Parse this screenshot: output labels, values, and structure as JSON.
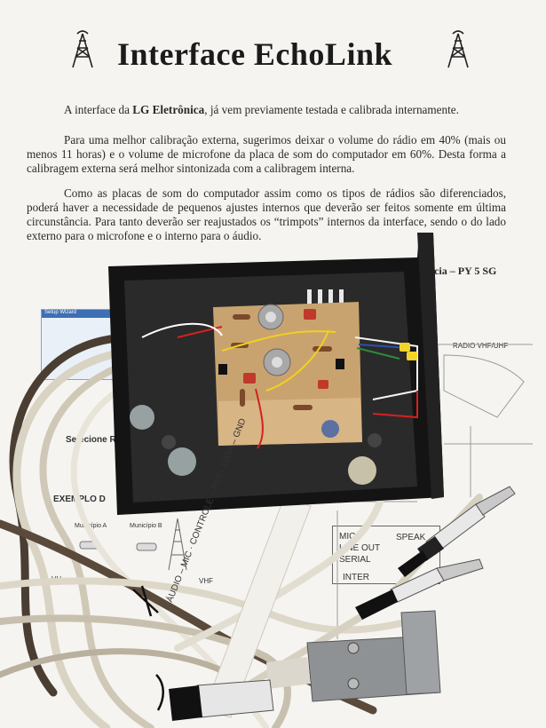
{
  "document": {
    "title": "Interface EchoLink",
    "para1": {
      "pre": "A interface da ",
      "bold": "LG Eletrônica",
      "post": ", já vem previamente testada e calibrada internamente."
    },
    "para2": "Para uma melhor calibração externa, sugerimos deixar o volume do rádio em 40% (mais ou menos 11 horas) e o volume de microfone da placa de som do computador em 60%. Desta forma a calibragem externa será melhor sintonizada com a calibragem interna.",
    "para3": "Como as placas de som do computador assim como os tipos de rádios são diferenciados, poderá haver a necessidade de pequenos ajustes internos que deverão ser feitos somente em última circunstância. Para tanto deverão ser reajustados os “trimpots” internos da interface, sendo o do lado externo para o microfone e o interno para o áudio.",
    "signature": "arcia – PY 5 SG"
  },
  "diagram_labels": {
    "setup_wizard": "Setup Wizard",
    "radio": "RADIO VHF/UHF",
    "selecione": "Selecione R",
    "exemplo": "EXEMPLO D",
    "municipio_a": "Município A",
    "municipio_b": "Município B",
    "vhf_left": "VH",
    "vhf_right": "VHF",
    "mic": "MIC",
    "line_out": "LINE OUT",
    "serial": "SERIAL",
    "speak": "SPEAK",
    "inter": "INTER"
  },
  "cable_tag": "ÁUDIO – MIC · CONTROLE – PTT · DATA – GND",
  "colors": {
    "paper": "#f6f4f0",
    "enclosure": "#151515",
    "pcb": "#c9a36f",
    "cable": "#d9d3c4",
    "connector": "#8f9295"
  }
}
